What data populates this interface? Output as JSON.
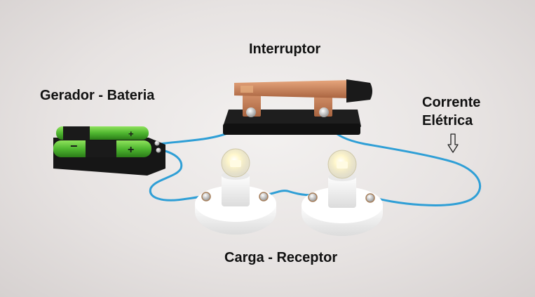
{
  "labels": {
    "switch": "Interruptor",
    "generator": "Gerador - Bateria",
    "current_line1": "Corrente",
    "current_line2": "Elétrica",
    "load": "Carga - Receptor"
  },
  "colors": {
    "wire": "#2f9fd6",
    "battery_green": "#5cc23a",
    "battery_black": "#1b1b1b",
    "switch_copper": "#c9825a",
    "switch_base": "#1e1e1e",
    "socket_white": "#f4f4f4",
    "bulb_glow": "#fff6c9",
    "label_text": "#111111"
  },
  "icons": {
    "current_direction": "arrow-down-outline-icon"
  }
}
